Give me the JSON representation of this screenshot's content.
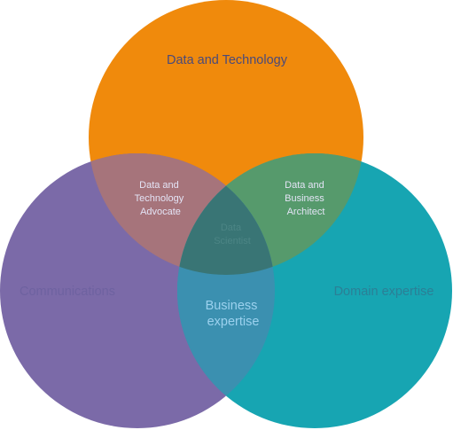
{
  "diagram": {
    "type": "venn",
    "circles": {
      "top": {
        "label": "Data and Technology",
        "color": "#f08a0c",
        "label_color": "#4a4a7a"
      },
      "left": {
        "label": "Communications",
        "color": "#7b6aa8",
        "label_color": "#6e62a0"
      },
      "right": {
        "label": "Domain expertise",
        "color": "#17a5b2",
        "label_color": "#2b7f96"
      }
    },
    "overlaps": {
      "top_left": {
        "lines": [
          "Data and",
          "Technology",
          "Advocate"
        ],
        "color": "#a6747b",
        "label_color": "#e4e4f6"
      },
      "top_right": {
        "lines": [
          "Data and",
          "Business",
          "Architect"
        ],
        "color": "#569a6c",
        "label_color": "#e4e4f6"
      },
      "left_right": {
        "lines": [
          "Business",
          "expertise"
        ],
        "color": "#3b90b0",
        "label_color": "#9bd1ee"
      },
      "center": {
        "lines": [
          "Data",
          "Scientist"
        ],
        "color": "#397575",
        "label_color": "#4c8585"
      }
    }
  }
}
